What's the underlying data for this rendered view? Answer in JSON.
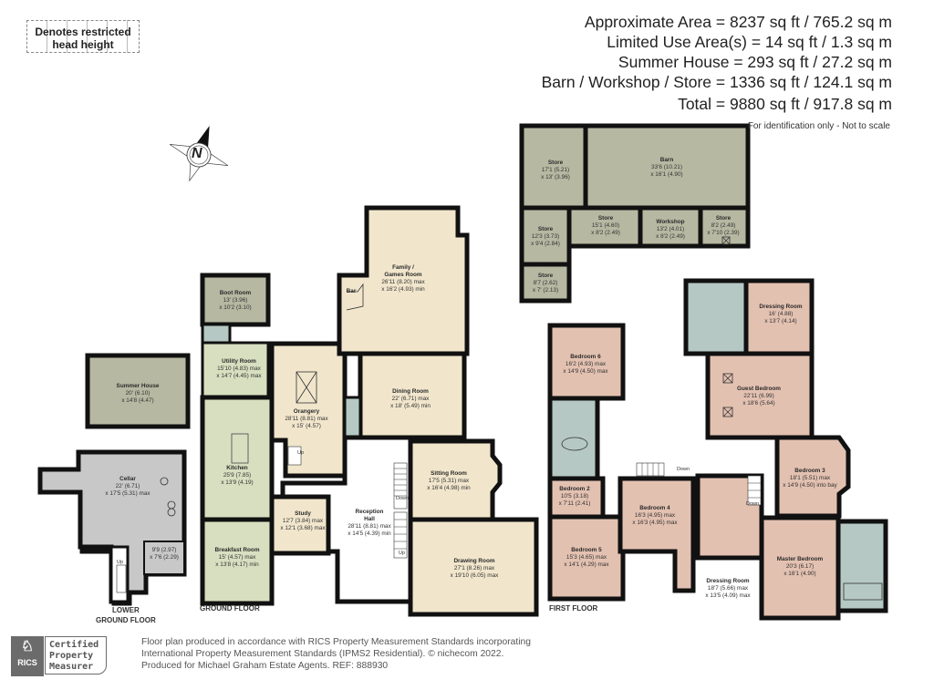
{
  "legend": {
    "restricted_head_height": "Denotes restricted head height"
  },
  "areas": {
    "approximate": "Approximate Area = 8237 sq ft / 765.2 sq m",
    "limited_use": "Limited Use Area(s) = 14 sq ft / 1.3 sq m",
    "summer_house": "Summer House = 293 sq ft / 27.2 sq m",
    "barn": "Barn / Workshop / Store = 1336 sq ft / 124.1 sq m",
    "total": "Total = 9880 sq ft / 917.8 sq m",
    "note": "For identification only - Not to scale"
  },
  "compass": {
    "label": "N"
  },
  "colors": {
    "wall": "#111111",
    "ground_floor": "#f1e6cc",
    "kitchen_area": "#d7dfc0",
    "outbuilding": "#b7b8a2",
    "cellar": "#c8c8c8",
    "first_floor": "#e3c1b1",
    "bathroom": "#b5c8c4"
  },
  "floors": {
    "lower_ground": "LOWER\nGROUND FLOOR",
    "ground": "GROUND FLOOR",
    "first": "FIRST FLOOR"
  },
  "rooms": {
    "summer_house": {
      "name": "Summer House",
      "d1": "20' (6.10)",
      "d2": "x 14'8 (4.47)"
    },
    "cellar": {
      "name": "Cellar",
      "d1": "22' (6.71)",
      "d2": "x 17'5 (5.31) max"
    },
    "cellar_store": {
      "name": "",
      "d1": "9'9 (2.97)",
      "d2": "x 7'6 (2.29)"
    },
    "boot_room": {
      "name": "Boot Room",
      "d1": "13' (3.96)",
      "d2": "x 10'2 (3.10)"
    },
    "utility_room": {
      "name": "Utility Room",
      "d1": "15'10 (4.83) max",
      "d2": "x 14'7 (4.45) max"
    },
    "kitchen": {
      "name": "Kitchen",
      "d1": "25'9 (7.85)",
      "d2": "x 13'9 (4.19)"
    },
    "breakfast_room": {
      "name": "Breakfast Room",
      "d1": "15' (4.57) max",
      "d2": "x 13'8 (4.17) min"
    },
    "orangery": {
      "name": "Orangery",
      "d1": "28'11 (8.81) max",
      "d2": "x 15' (4.57)"
    },
    "study": {
      "name": "Study",
      "d1": "12'7 (3.84) max",
      "d2": "x 12'1 (3.68) max"
    },
    "reception_hall": {
      "name": "Reception\nHall",
      "d1": "28'11 (8.81) max",
      "d2": "x 14'5 (4.39) min"
    },
    "family_games": {
      "name": "Family /\nGames Room",
      "d1": "26'11 (8.20) max",
      "d2": "x 16'2 (4.93) min"
    },
    "bar": {
      "name": "Bar"
    },
    "dining_room": {
      "name": "Dining Room",
      "d1": "22' (6.71) max",
      "d2": "x 18' (5.49) min"
    },
    "sitting_room": {
      "name": "Sitting Room",
      "d1": "17'5 (5.31) max",
      "d2": "x 16'4 (4.98) min"
    },
    "drawing_room": {
      "name": "Drawing Room",
      "d1": "27'1 (8.26) max",
      "d2": "x 19'10 (6.05) max"
    },
    "store_a": {
      "name": "Store",
      "d1": "17'1 (5.21)",
      "d2": "x 13' (3.96)"
    },
    "barn": {
      "name": "Barn",
      "d1": "33'6 (10.21)",
      "d2": "x 16'1 (4.90)"
    },
    "store_b": {
      "name": "Store",
      "d1": "12'3 (3.73)",
      "d2": "x 9'4 (2.84)"
    },
    "store_c": {
      "name": "Store",
      "d1": "15'1 (4.60)",
      "d2": "x 8'2 (2.49)"
    },
    "workshop": {
      "name": "Workshop",
      "d1": "13'2 (4.01)",
      "d2": "x 8'2 (2.49)"
    },
    "store_d": {
      "name": "Store",
      "d1": "8'2 (2.49)",
      "d2": "x 7'10 (2.39)"
    },
    "store_e": {
      "name": "Store",
      "d1": "8'7 (2.62)",
      "d2": "x 7' (2.13)"
    },
    "bedroom_6": {
      "name": "Bedroom 6",
      "d1": "16'2 (4.93) max",
      "d2": "x 14'9 (4.50) max"
    },
    "dressing_room_1": {
      "name": "Dressing Room",
      "d1": "16' (4.88)",
      "d2": "x 13'7 (4.14)"
    },
    "guest_bedroom": {
      "name": "Guest Bedroom",
      "d1": "22'11 (6.99)",
      "d2": "x 18'6 (5.64)"
    },
    "bedroom_3": {
      "name": "Bedroom 3",
      "d1": "18'1 (5.51) max",
      "d2": "x 14'9 (4.50) into bay"
    },
    "bedroom_2": {
      "name": "Bedroom 2",
      "d1": "10'5 (3.18)",
      "d2": "x 7'11 (2.41)"
    },
    "bedroom_4": {
      "name": "Bedroom 4",
      "d1": "16'3 (4.95) max",
      "d2": "x 16'3 (4.95) max"
    },
    "bedroom_5": {
      "name": "Bedroom 5",
      "d1": "15'3 (4.65) max",
      "d2": "x 14'1 (4.29) max"
    },
    "dressing_room_2": {
      "name": "Dressing Room",
      "d1": "18'7 (5.66) max",
      "d2": "x 13'5 (4.09) max"
    },
    "master_bedroom": {
      "name": "Master Bedroom",
      "d1": "20'3 (6.17)",
      "d2": "x 16'1 (4.90)"
    }
  },
  "stairs": {
    "up": "Up",
    "down": "Down"
  },
  "footer": {
    "rics_logo": "RICS",
    "certified": "Certified\nProperty\nMeasurer",
    "line1": "Floor plan produced in accordance with RICS Property Measurement Standards incorporating",
    "line2": "International Property Measurement Standards (IPMS2 Residential).  © nichecom 2022.",
    "line3": "Produced for Michael Graham Estate Agents.   REF:  888930"
  }
}
